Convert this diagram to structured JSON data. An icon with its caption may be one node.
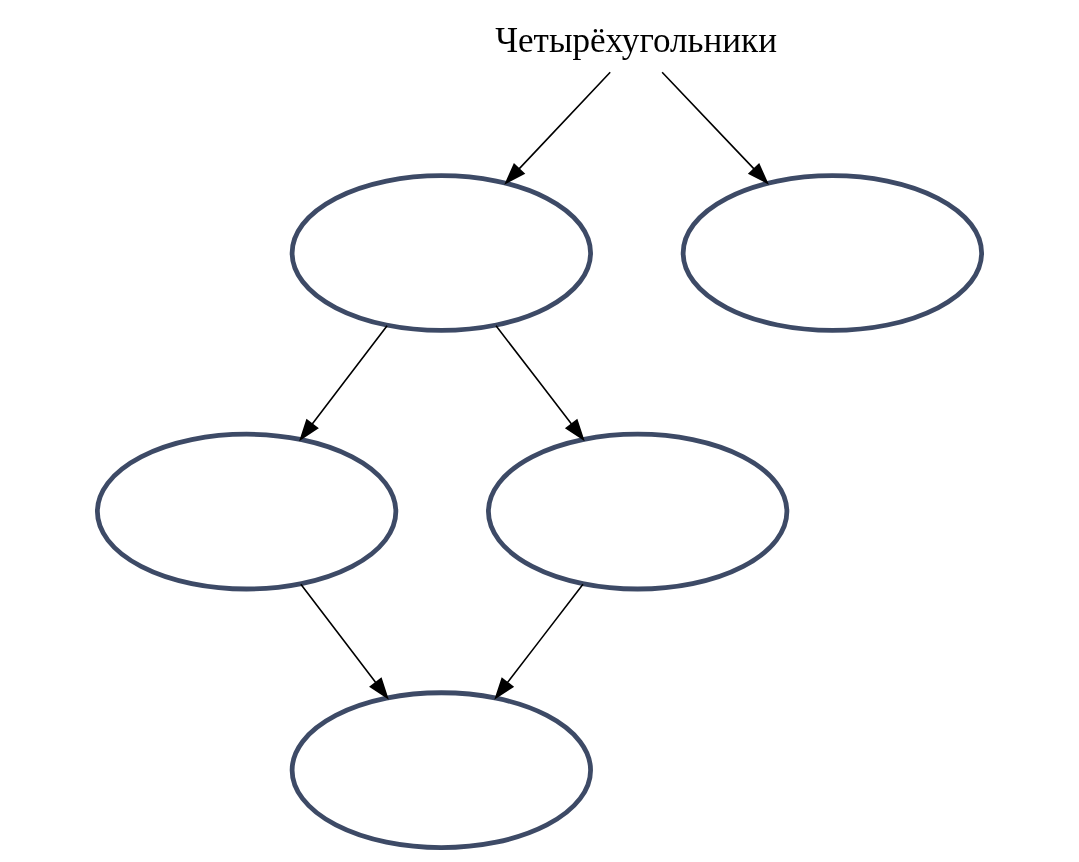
{
  "diagram": {
    "nodes": [
      {
        "text": [
          "Четырёхугольники"
        ]
      },
      {
        "text": [],
        "shape": "ellipse"
      },
      {
        "text": [],
        "shape": "ellipse"
      },
      {
        "text": [],
        "shape": "ellipse"
      },
      {
        "text": [],
        "shape": "ellipse"
      },
      {
        "text": [],
        "shape": "ellipse"
      }
    ],
    "edges": [
      {
        "from": 0,
        "to": 1,
        "arrow": "to"
      },
      {
        "from": 0,
        "to": 2,
        "arrow": "to"
      },
      {
        "from": 1,
        "to": 3,
        "arrow": "to"
      },
      {
        "from": 1,
        "to": 4,
        "arrow": "to"
      },
      {
        "from": 3,
        "to": 5,
        "arrow": "to"
      },
      {
        "from": 4,
        "to": 5,
        "arrow": "to"
      }
    ]
  }
}
